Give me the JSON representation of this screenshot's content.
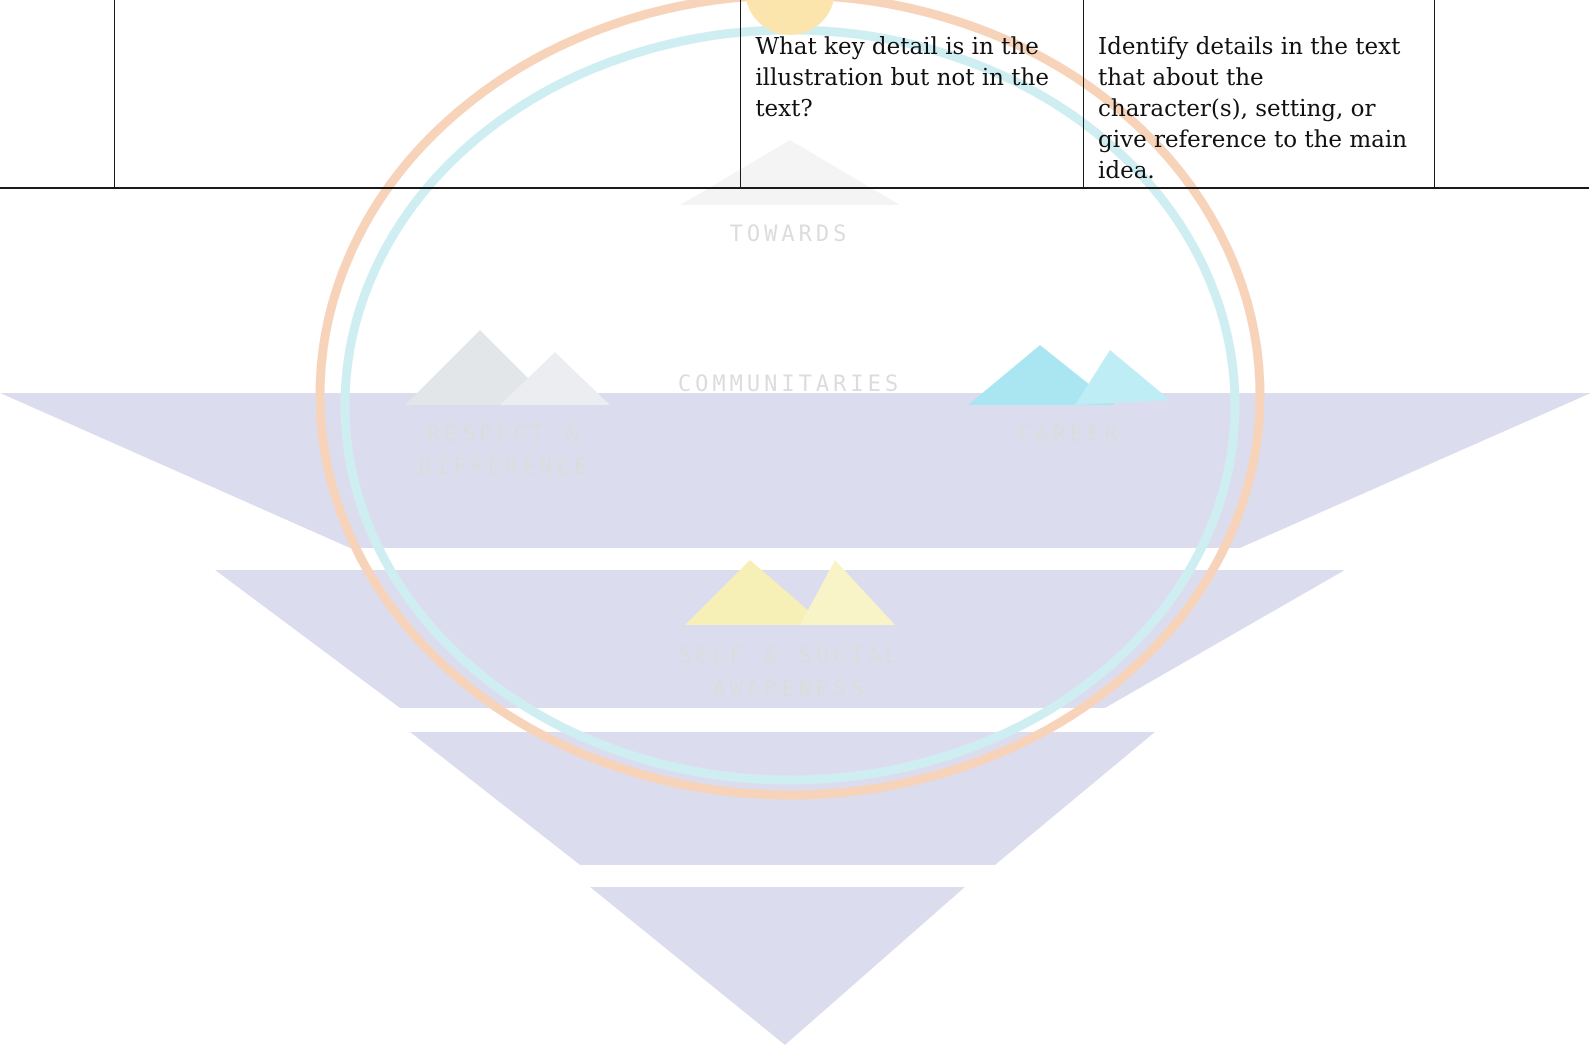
{
  "table": {
    "row": {
      "question": "What key detail is in the illustration but not in the text?",
      "instruction": "Identify details in the text that about the character(s), setting, or give reference to the main idea."
    }
  },
  "watermark": {
    "labels": {
      "top": "TOWARDS",
      "center": "COMMUNITARIES",
      "left": "RESPECT &\nDIFFERENCE",
      "right": "CAREER",
      "bottom": "SELF & SOCIAL\nAWARENESS"
    },
    "colors": {
      "chevron": "#dcdcef",
      "arc_orange": "#f7d3ba",
      "arc_blue": "#cfeef2",
      "mountain_blue": "#a9e6f2",
      "mountain_yellow": "#f7f0b6",
      "mountain_gray": "#e3e6e9"
    }
  }
}
